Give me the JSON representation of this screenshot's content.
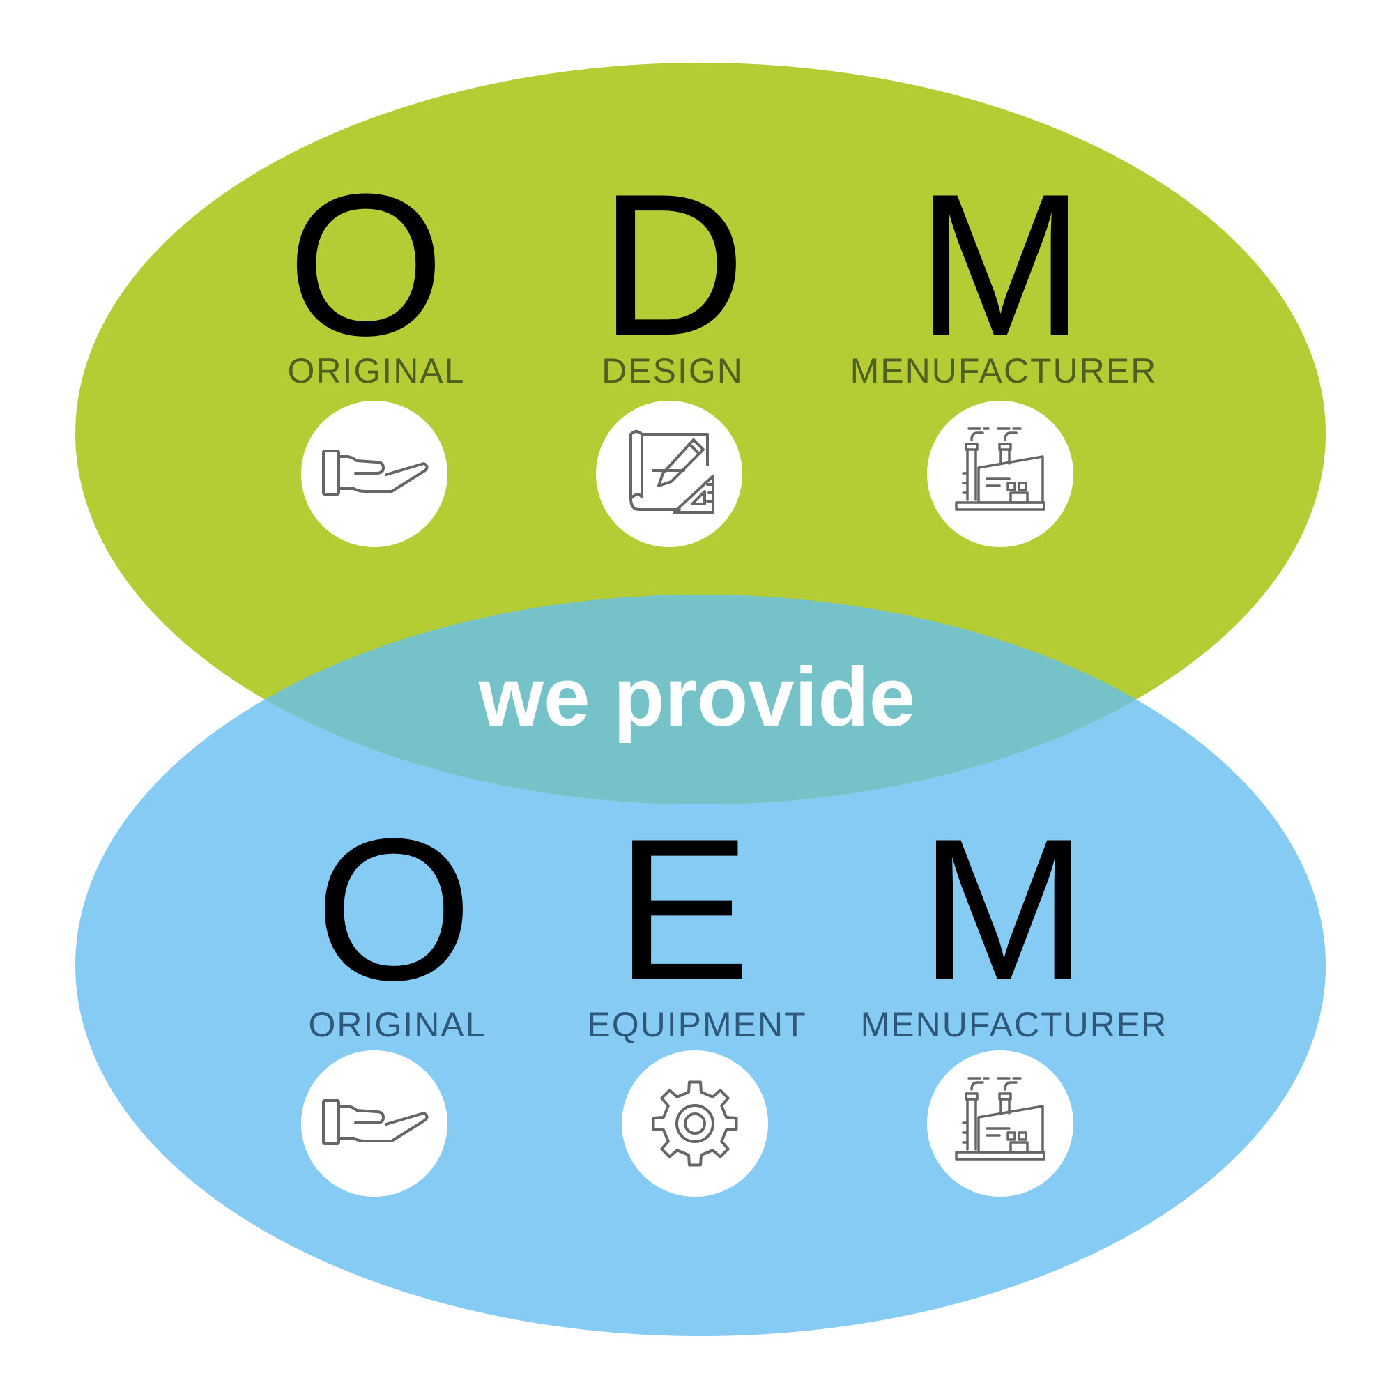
{
  "colors": {
    "odm_ellipse": "#b5cd35",
    "oem_ellipse": "#85cbf3",
    "overlap": "#75c2c9",
    "icon_stroke": "#666666",
    "odm_word": "#4f5f1f",
    "oem_word": "#2f5878"
  },
  "tagline": "we provide",
  "odm": {
    "letters": [
      "O",
      "D",
      "M"
    ],
    "words": [
      "ORIGINAL",
      "DESIGN",
      "MENUFACTURER"
    ],
    "icons": [
      "hand-icon",
      "blueprint-pencil-icon",
      "factory-icon"
    ]
  },
  "oem": {
    "letters": [
      "O",
      "E",
      "M"
    ],
    "words": [
      "ORIGINAL",
      "EQUIPMENT",
      "MENUFACTURER"
    ],
    "icons": [
      "hand-icon",
      "gear-icon",
      "factory-icon"
    ]
  }
}
